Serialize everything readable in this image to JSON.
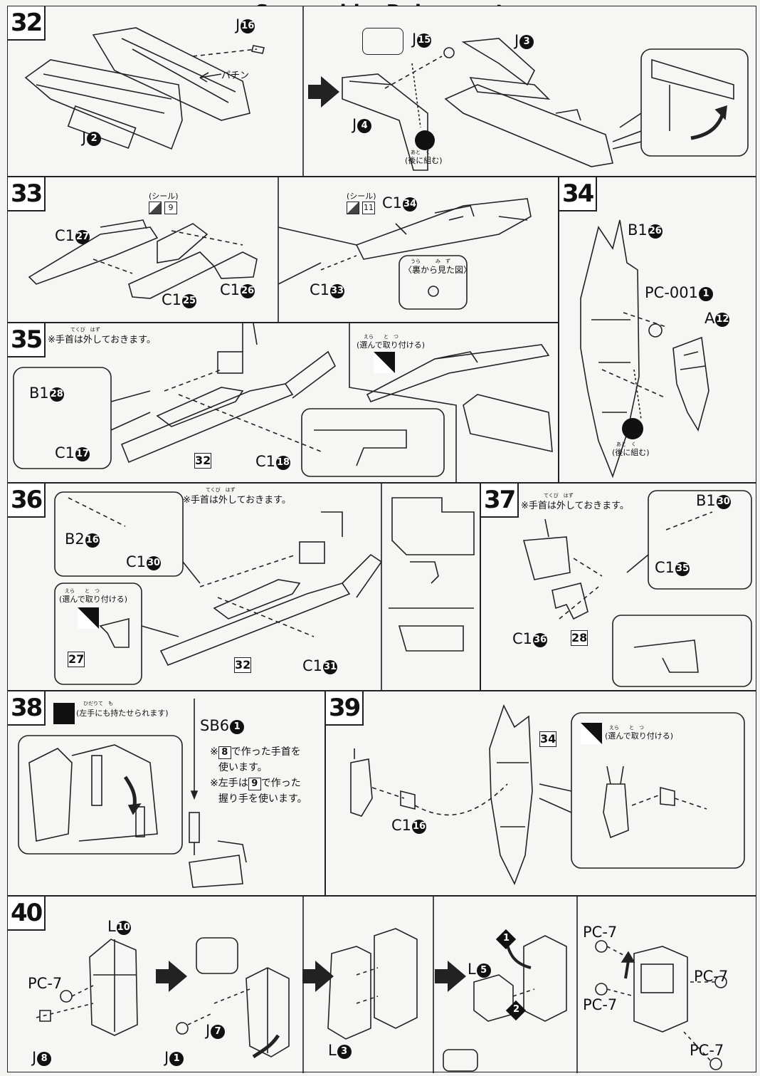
{
  "header": "Scanned by Dalong.net",
  "steps": {
    "s32": {
      "num": "32",
      "J16": "J",
      "J16n": "16",
      "J2": "J",
      "J2n": "2",
      "J15": "J",
      "J15n": "15",
      "J3": "J",
      "J3n": "3",
      "J4": "J",
      "J4n": "4",
      "snap": "パチン",
      "later": "(後に組む)",
      "later_ruby": "あと　く"
    },
    "s33": {
      "num": "33",
      "sticker1": "(シール)",
      "sticker1_no": "9",
      "sticker2": "(シール)",
      "sticker2_no": "11",
      "C127": "C1",
      "C127n": "27",
      "C125": "C1",
      "C125n": "25",
      "C126": "C1",
      "C126n": "26",
      "C134": "C1",
      "C134n": "34",
      "C133": "C1",
      "C133n": "33",
      "backview": "〈裏から見た図〉",
      "backview_ruby": "うら　　　み　ず"
    },
    "s34": {
      "num": "34",
      "B126": "B1",
      "B126n": "26",
      "PC001": "PC-001",
      "PC001n": "1",
      "A12": "A",
      "A12n": "12",
      "later": "(後に組む)",
      "later_ruby": "あと　く"
    },
    "s35": {
      "num": "35",
      "note": "※手首は外しておきます。",
      "note_ruby": "てくび　はず",
      "B128": "B1",
      "B128n": "28",
      "C117": "C1",
      "C117n": "17",
      "C118": "C1",
      "C118n": "18",
      "ref": "32",
      "choose": "(選んで取り付ける)",
      "choose_ruby": "えら　　と　つ"
    },
    "s36": {
      "num": "36",
      "note": "※手首は外しておきます。",
      "note_ruby": "てくび　はず",
      "B216": "B2",
      "B216n": "16",
      "C130": "C1",
      "C130n": "30",
      "C131": "C1",
      "C131n": "31",
      "ref": "32",
      "ref2": "27",
      "choose": "(選んで取り付ける)",
      "choose_ruby": "えら　　と　つ"
    },
    "s37": {
      "num": "37",
      "note": "※手首は外しておきます。",
      "note_ruby": "てくび　はず",
      "B130": "B1",
      "B130n": "30",
      "C135": "C1",
      "C135n": "35",
      "C136": "C1",
      "C136n": "36",
      "ref": "28"
    },
    "s38": {
      "num": "38",
      "lefthand": "(左手にも持たせられます)",
      "lefthand_ruby": "ひだりて　も",
      "SB61": "SB6",
      "SB61n": "1",
      "l1a": "※",
      "l1b": "8",
      "l1c": "で作った手首を",
      "l2": "使います。",
      "l3a": "※左手は",
      "l3b": "9",
      "l3c": "で作った",
      "l4": "握り手を使います。"
    },
    "s39": {
      "num": "39",
      "C116": "C1",
      "C116n": "16",
      "ref": "34",
      "choose": "(選んで取り付ける)",
      "choose_ruby": "えら　　と　つ"
    },
    "s40": {
      "num": "40",
      "L10": "L",
      "L10n": "10",
      "PC7a": "PC-7",
      "J8": "J",
      "J8n": "8",
      "J1": "J",
      "J1n": "1",
      "J7": "J",
      "J7n": "7",
      "L3": "L",
      "L3n": "3",
      "L5": "L",
      "L5n": "5",
      "arrow1": "1",
      "arrow2": "2",
      "PC7b": "PC-7",
      "PC7c": "PC-7",
      "PC7d": "PC-7",
      "PC7e": "PC-7"
    }
  }
}
